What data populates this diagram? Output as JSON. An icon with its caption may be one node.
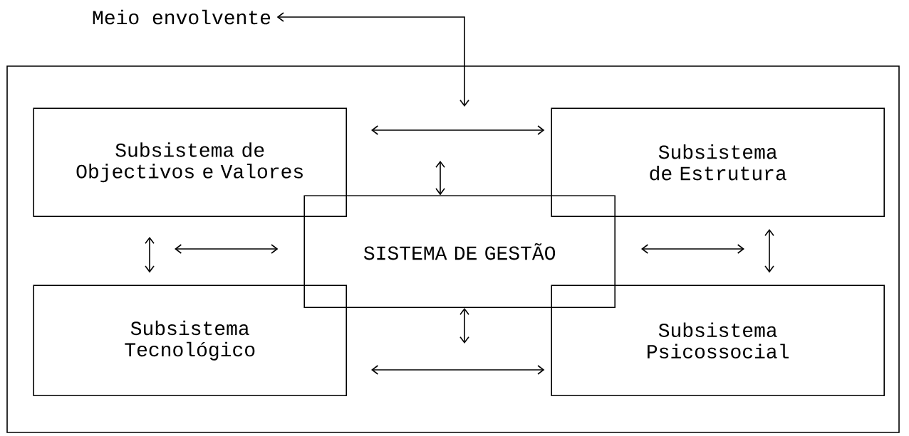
{
  "diagram": {
    "nodes": [
      {
        "text": [
          "Meio envolvente"
        ]
      },
      {
        "text": [],
        "shape": "box"
      },
      {
        "text": [
          "Subsistema de Objectivos e Valores"
        ],
        "in": 1
      },
      {
        "text": [
          "Subsistema de Estrutura"
        ],
        "in": 1
      },
      {
        "text": [
          "SISTEMA DE GESTÃO"
        ],
        "in": 1
      },
      {
        "text": [
          "Subsistema Tecnológico"
        ],
        "in": 1
      },
      {
        "text": [
          "Subsistema Psicossocial"
        ],
        "in": 1
      }
    ],
    "edges": [
      {
        "from": 0,
        "to": null,
        "arrow": "both"
      },
      {
        "from": 2,
        "to": 3,
        "arrow": "both"
      },
      {
        "from": 4,
        "to": null,
        "arrow": "both"
      },
      {
        "from": 2,
        "to": 5,
        "arrow": "both"
      },
      {
        "from": null,
        "to": 4,
        "arrow": "both"
      },
      {
        "from": 4,
        "to": null,
        "arrow": "both"
      },
      {
        "from": 3,
        "to": 6,
        "arrow": "both"
      },
      {
        "from": 4,
        "to": null,
        "arrow": "both"
      },
      {
        "from": 5,
        "to": 6,
        "arrow": "both"
      }
    ]
  }
}
